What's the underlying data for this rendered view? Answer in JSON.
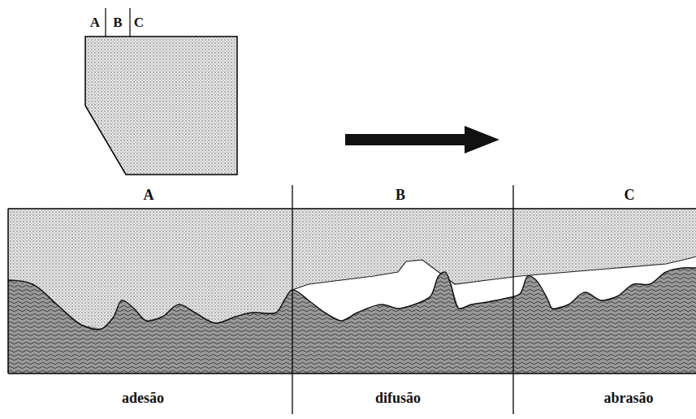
{
  "diagram": {
    "labels": [
      "A",
      "B",
      "C",
      "A",
      "B",
      "C",
      "adesão",
      "difusão",
      "abrasão"
    ]
  }
}
